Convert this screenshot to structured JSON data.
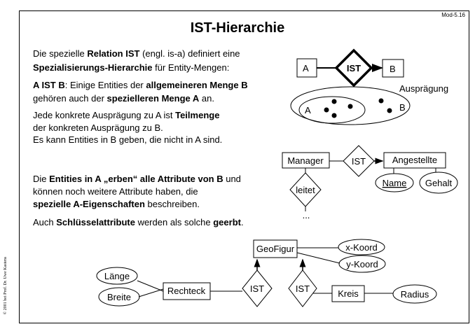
{
  "slide": {
    "title": "IST-Hierarchie",
    "slide_number": "Mod-5.16",
    "copyright": "© 2001 bei Prof. Dr. Uwe Kastens"
  },
  "text_lines": [
    [
      {
        "t": "Die spezielle "
      },
      {
        "t": "Relation IST",
        "b": true
      },
      {
        "t": " (engl. is-a) definiert eine"
      }
    ],
    [
      {
        "t": "Spezialisierungs-Hierarchie",
        "b": true
      },
      {
        "t": " für Entity-Mengen:"
      }
    ],
    [
      {
        "t": "A IST B",
        "b": true
      },
      {
        "t": ": Einige Entities der "
      },
      {
        "t": "allgemeineren Menge B",
        "b": true
      }
    ],
    [
      {
        "t": "gehören auch der "
      },
      {
        "t": "spezielleren Menge A",
        "b": true
      },
      {
        "t": " an."
      }
    ],
    [
      {
        "t": "Jede konkrete Ausprägung zu A ist "
      },
      {
        "t": "Teilmenge",
        "b": true
      }
    ],
    [
      {
        "t": "der konkreten Ausprägung zu B."
      }
    ],
    [
      {
        "t": "Es kann Entities in B geben, die nicht in A sind."
      }
    ],
    [
      {
        "t": "Die "
      },
      {
        "t": "Entities in A „erben“ alle Attribute von B",
        "b": true
      },
      {
        "t": " und"
      }
    ],
    [
      {
        "t": "können noch weitere Attribute haben, die"
      }
    ],
    [
      {
        "t": "spezielle A-Eigenschaften",
        "b": true
      },
      {
        "t": " beschreiben."
      }
    ],
    [
      {
        "t": "Auch "
      },
      {
        "t": "Schlüsselattribute",
        "b": true
      },
      {
        "t": " werden als solche "
      },
      {
        "t": "geerbt",
        "b": true
      },
      {
        "t": "."
      }
    ]
  ],
  "diagram_abstract": {
    "entity_a": "A",
    "relation": "IST",
    "entity_b": "B",
    "instance_label": "Ausprägung",
    "set_a": "A",
    "set_b": "B"
  },
  "diagram_manager": {
    "entity": "Manager",
    "relation": "IST",
    "parent": "Angestellte",
    "attr_key": "Name",
    "attr": "Gehalt",
    "relation2": "leitet",
    "ellipsis": "..."
  },
  "diagram_geo": {
    "parent": "GeoFigur",
    "attr_x": "x-Koord",
    "attr_y": "y-Koord",
    "rel1": "IST",
    "rel2": "IST",
    "child1": "Rechteck",
    "child2": "Kreis",
    "attr_laenge": "Länge",
    "attr_breite": "Breite",
    "attr_radius": "Radius"
  }
}
